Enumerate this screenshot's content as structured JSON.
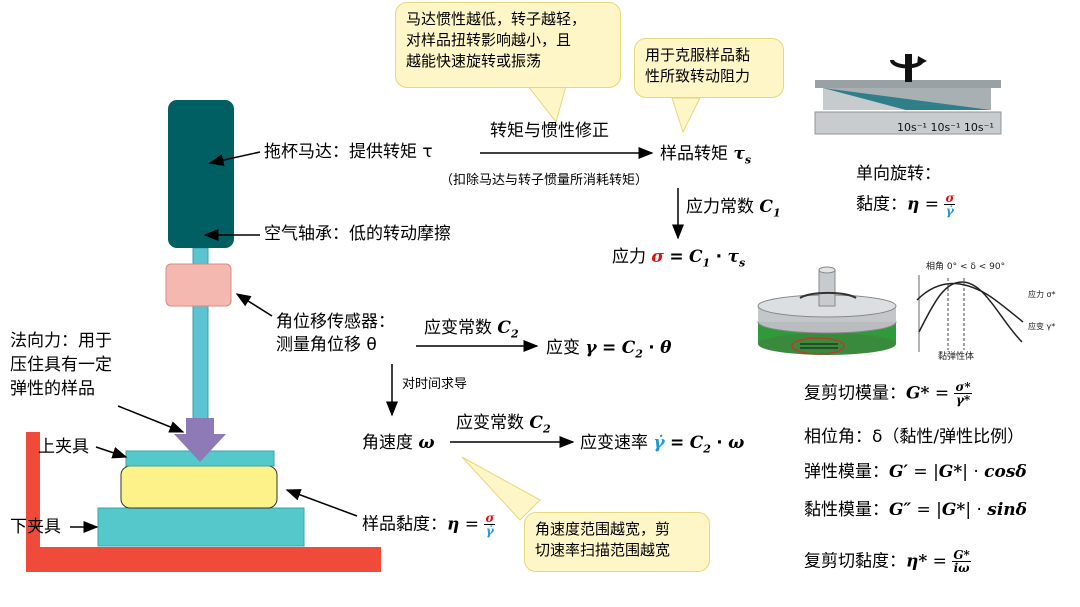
{
  "callouts": {
    "motor_inertia": [
      "马达惯性越低，转子越轻，",
      "对样品扭转影响越小，且",
      "越能快速旋转或振荡"
    ],
    "viscous_resist": [
      "用于克服样品黏",
      "性所致转动阻力"
    ],
    "rate_range": [
      "角速度范围越宽，剪",
      "切速率扫描范围越宽"
    ]
  },
  "left": {
    "motor": "拖杯马达：提供转矩 τ",
    "bearing": "空气轴承：低的转动摩擦",
    "sensor_line1": "角位移传感器：",
    "sensor_line2": "测量角位移 θ",
    "normal_force": [
      "法向力：用于",
      "压住具有一定",
      "弹性的样品"
    ],
    "upper_fixture": "上夹具",
    "lower_fixture": "下夹具",
    "sample_viscosity_label": "样品黏度："
  },
  "flow": {
    "torque_correction": "转矩与惯性修正",
    "torque_note": "（扣除马达与转子惯量所消耗转矩）",
    "sample_torque": "样品转矩",
    "stress_const": "应力常数",
    "stress": "应力",
    "strain_const": "应变常数",
    "strain": "应变",
    "time_deriv": "对时间求导",
    "angular_velocity": "角速度",
    "strain_const2": "应变常数",
    "strain_rate": "应变速率"
  },
  "right": {
    "unidirectional": "单向旋转：",
    "viscosity": "黏度：",
    "shear_rates": [
      "10s⁻¹",
      "10s⁻¹",
      "10s⁻¹"
    ],
    "phase_title": "相角 0° < δ < 90°",
    "stress_curve": "应力 σ*",
    "strain_curve": "应变 γ*",
    "viscoelastic": "黏弹性体",
    "complex_modulus": "复剪切模量：",
    "phase_angle": "相位角：δ（黏性/弹性比例）",
    "elastic_modulus": "弹性模量：",
    "viscous_modulus": "黏性模量：",
    "complex_viscosity": "复剪切黏度："
  },
  "colors": {
    "motor": "#005f62",
    "shaft": "#5bc4d0",
    "sensor": "#f5b8b0",
    "fixture": "#55c8cc",
    "sample": "#fdf28a",
    "frame": "#f04a3a",
    "force_arrow": "#8f7ab8",
    "red": "#e01010",
    "blue": "#1a9bd6"
  }
}
